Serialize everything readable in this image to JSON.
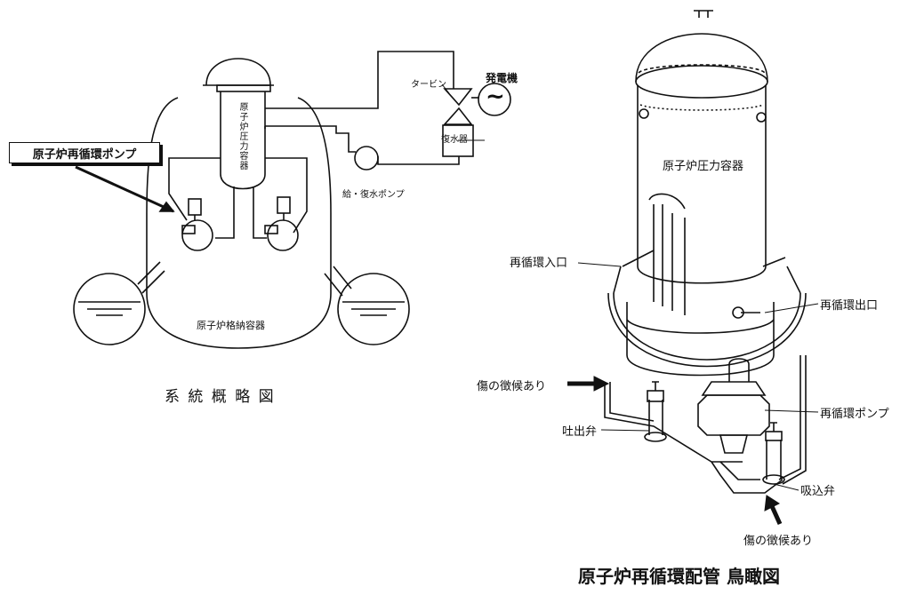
{
  "left_diagram": {
    "caption": "系 統 概 略 図",
    "pump_callout": "原子炉再循環ポンプ",
    "vessel_label": "原子炉圧力容器",
    "containment_label": "原子炉格納容器",
    "turbine_label": "タービン",
    "generator_label": "発電機",
    "generator_symbol": "~",
    "condenser_label": "復水器",
    "feed_pump_label": "給・復水ポンプ"
  },
  "right_diagram": {
    "caption": "原子炉再循環配管 鳥瞰図",
    "vessel_label": "原子炉圧力容器",
    "inlet_label": "再循環入口",
    "outlet_label": "再循環出口",
    "pump_label": "再循環ポンプ",
    "discharge_valve_label": "吐出弁",
    "suction_valve_label": "吸込弁",
    "damage_sign_1": "傷の徴候あり",
    "damage_sign_2": "傷の徴候あり"
  }
}
